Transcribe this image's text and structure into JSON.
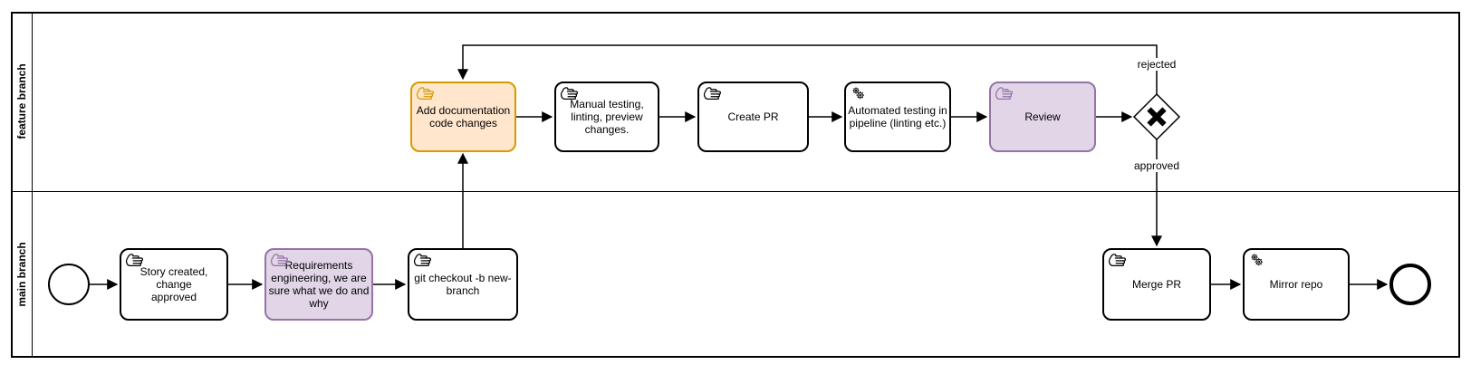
{
  "colors": {
    "orange_fill": "#ffe6cc",
    "orange_stroke": "#d79b00",
    "purple_fill": "#e1d5e7",
    "purple_stroke": "#9673a6",
    "line": "#000000"
  },
  "lanes": {
    "feature": {
      "label": "feature branch"
    },
    "main": {
      "label": "main branch"
    }
  },
  "tasks": {
    "add_documentation": {
      "label": "Add documentation\ncode changes",
      "type": "manual"
    },
    "manual_testing": {
      "label": "Manual testing,\nlinting, preview\nchanges.",
      "type": "manual"
    },
    "create_pr": {
      "label": "Create PR",
      "type": "manual"
    },
    "automated_testing": {
      "label": "Automated testing in\npipeline (linting etc.)",
      "type": "service"
    },
    "review": {
      "label": "Review",
      "type": "manual"
    },
    "story": {
      "label": "Story created, change\napproved",
      "type": "manual"
    },
    "requirements": {
      "label": "Requirements\nengineering, we are\nsure what we do and\nwhy",
      "type": "manual"
    },
    "git_checkout": {
      "label": "git checkout -b new-\nbranch",
      "type": "manual"
    },
    "merge_pr": {
      "label": "Merge PR",
      "type": "manual"
    },
    "mirror_repo": {
      "label": "Mirror repo",
      "type": "service"
    }
  },
  "gateway": {
    "kind": "exclusive"
  },
  "edge_labels": {
    "rejected": "rejected",
    "approved": "approved"
  }
}
